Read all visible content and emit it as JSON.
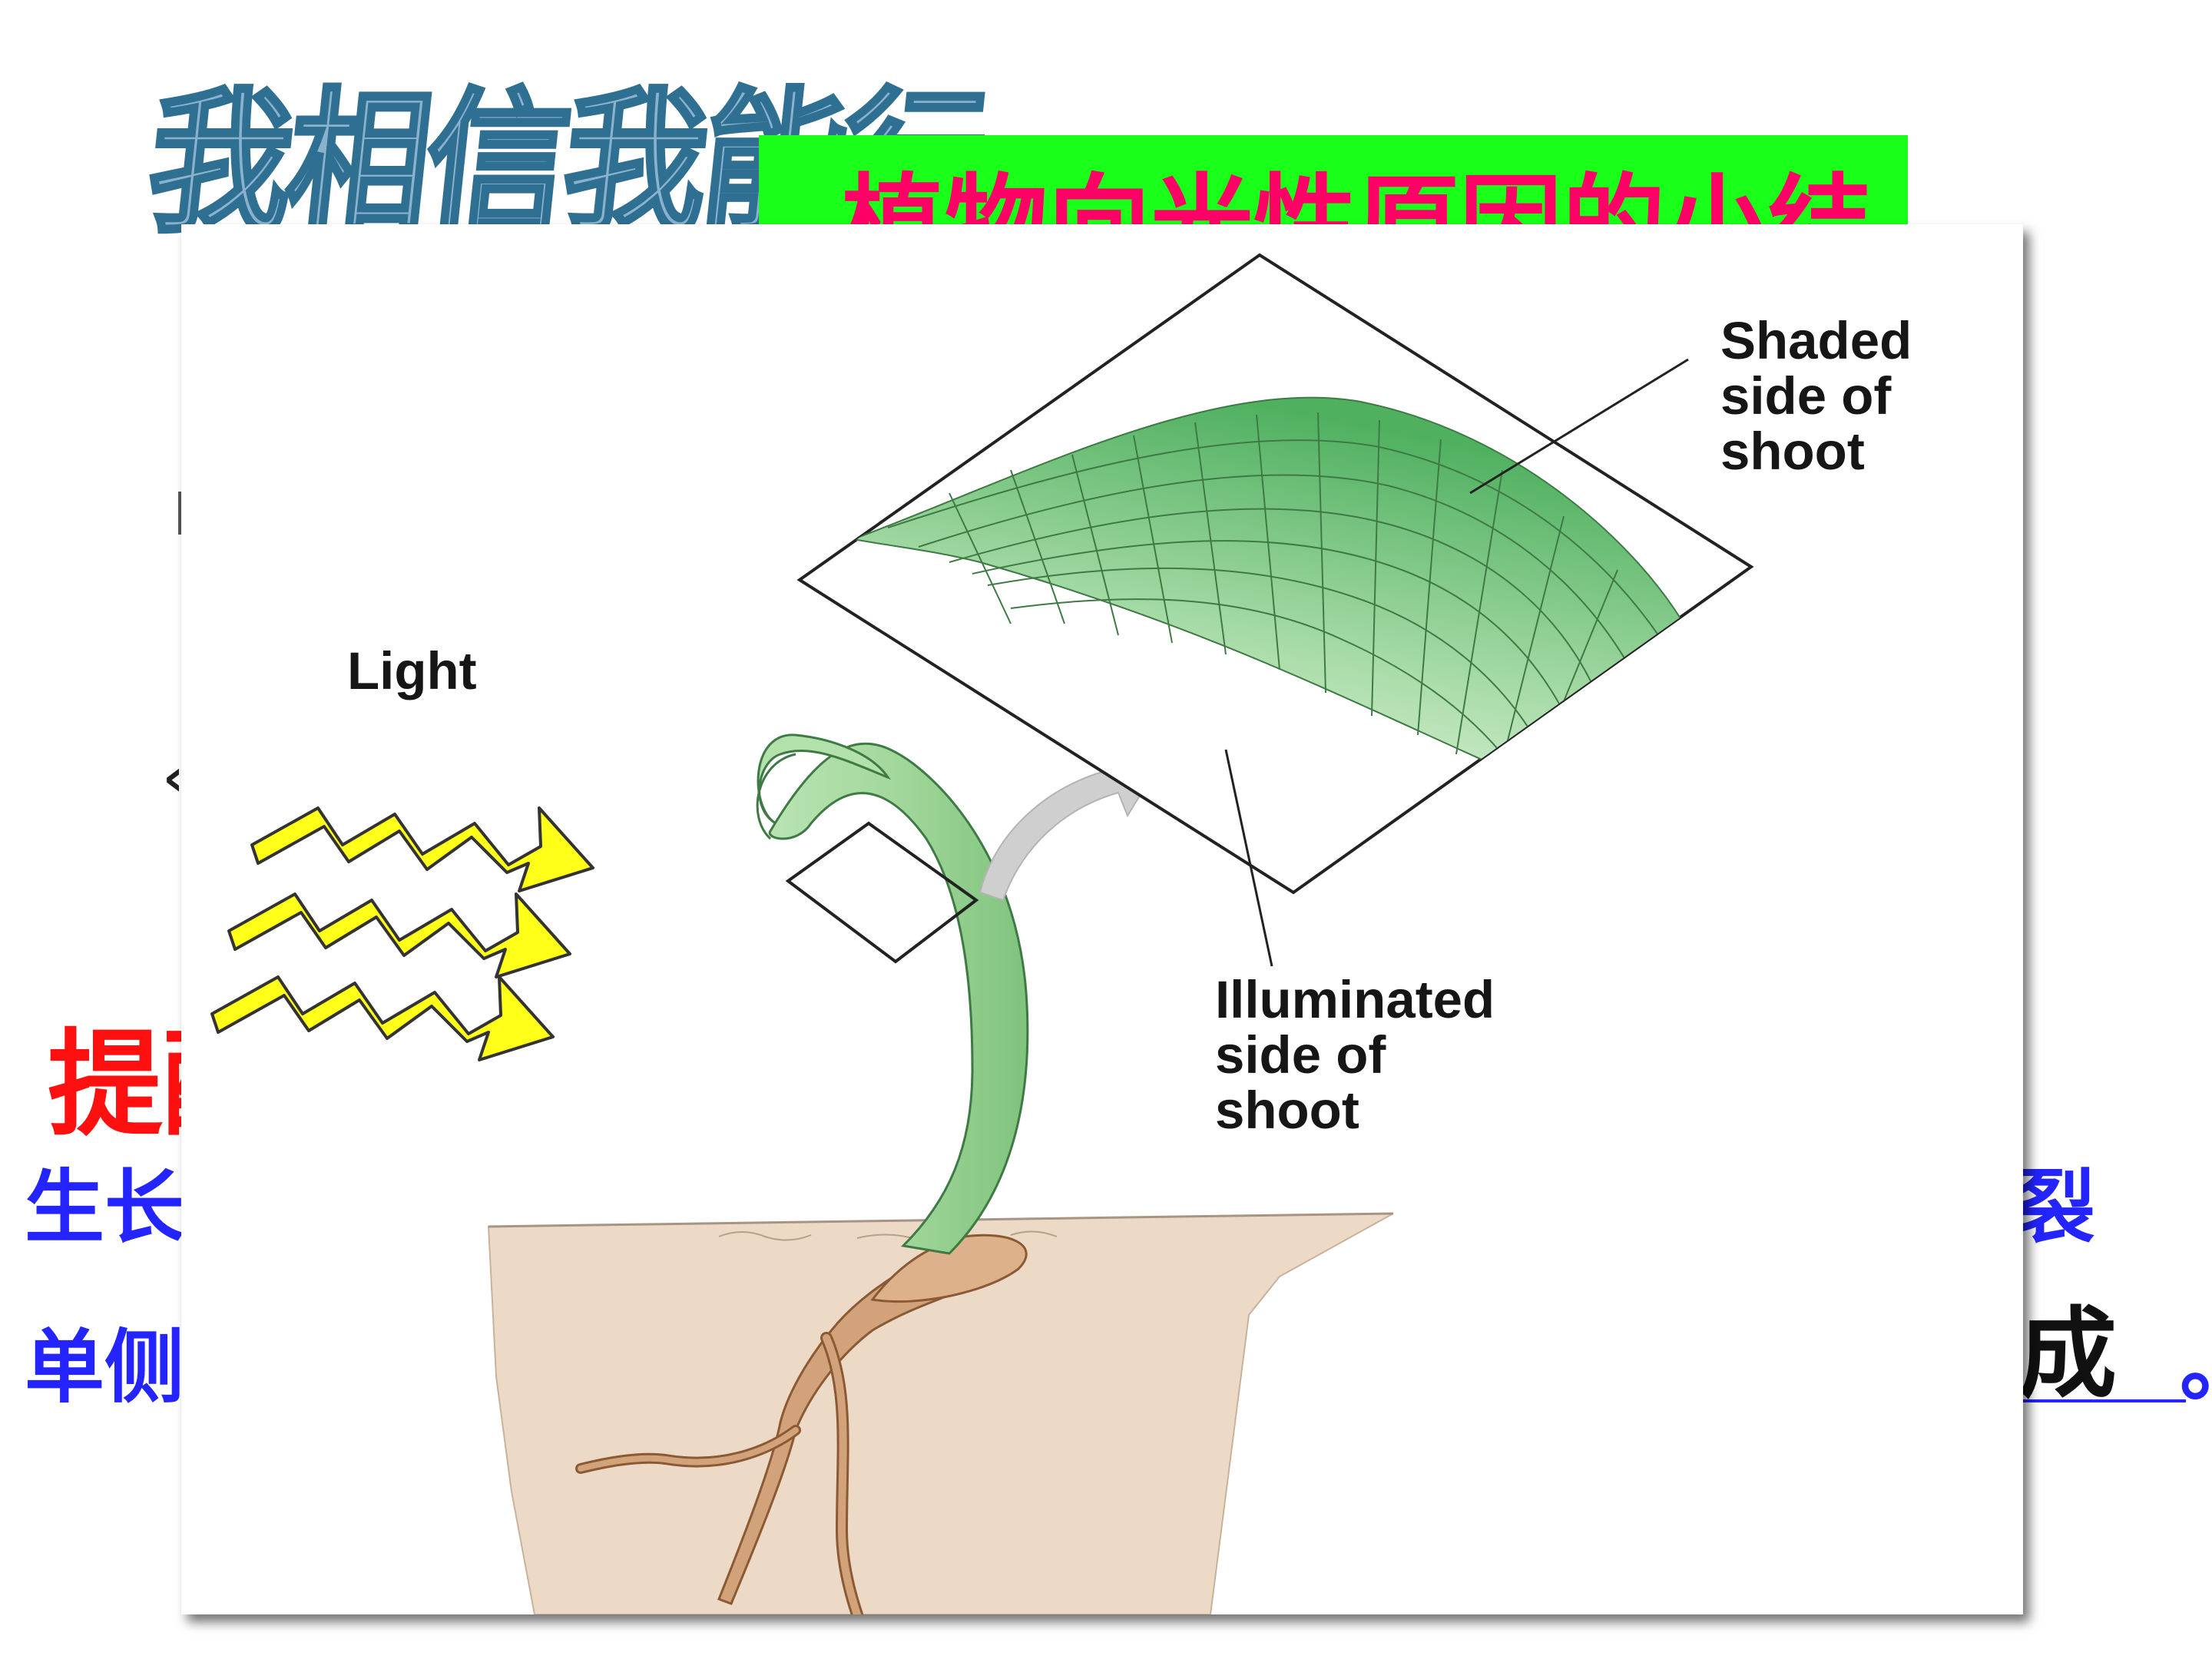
{
  "slide": {
    "banner_title": "我相信我能行",
    "green_box_title": "植物向光性原因的小结",
    "peek_red": "提醒",
    "peek_blue_line1": "生长",
    "peek_blue_line2": "单侧",
    "peek_blue_right": "裂",
    "peek_black_right": "成",
    "peek_period": "。",
    "stray_mark": "‹"
  },
  "diagram": {
    "light_label": "Light",
    "shaded_label": [
      "Shaded",
      "side of",
      "shoot"
    ],
    "illuminated_label": [
      "Illuminated",
      "side of",
      "shoot"
    ]
  },
  "colors": {
    "background": "#ffffff",
    "green_box": "#19ff19",
    "green_box_text": "#ff0066",
    "banner_fill": "#8ab2cf",
    "banner_stroke": "#2f6f92",
    "alert_red": "#ff1010",
    "body_blue": "#2424ff",
    "lightning": "#ffff1a",
    "shoot_green": "#a8d9a0",
    "cells_dark": "#5cb86a",
    "cells_light": "#d6f0d4",
    "soil": "#ecd9c6",
    "root": "#d2a37a"
  },
  "icons": {
    "light_rays": "lightning-arrow-icon",
    "magnify_arrow": "curved-arrow-icon"
  }
}
